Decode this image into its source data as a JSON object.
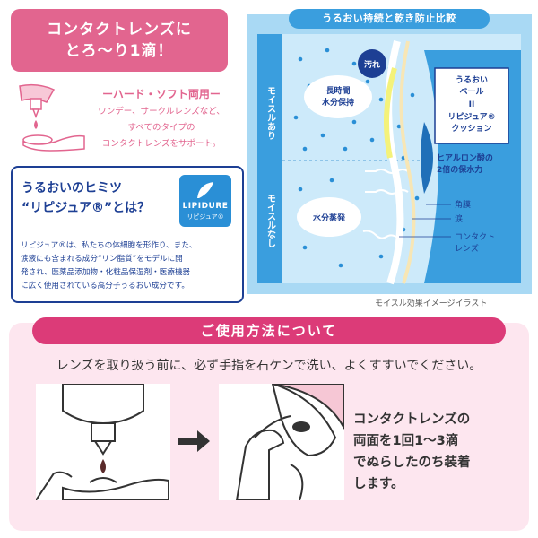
{
  "banner": {
    "line1": "コンタクトレンズに",
    "line2": "とろ〜り1滴！"
  },
  "lens_types": {
    "heading": "ーハード・ソフト両用ー",
    "lines": [
      "ワンデー、サークルレンズなど、",
      "すべてのタイプの",
      "コンタクトレンズをサポート。"
    ]
  },
  "lipidure": {
    "heading_line1": "うるおいのヒミツ",
    "heading_line2": "“リピジュア®”とは？",
    "logo_brand": "LIPIDURE",
    "logo_kana": "リピジュア®",
    "body_lines": [
      "リピジュア®は、私たちの体細胞を形作り、また、",
      "涙液にも含まれる成分“リン脂質”をモデルに開",
      "発され、医薬品添加物・化粧品保湿剤・医療機器",
      "に広く使用されている高分子うるおい成分です。"
    ]
  },
  "diagram": {
    "title": "うるおい持続と乾き防止比較",
    "label_with": "モイスルあり",
    "label_without": "モイスルなし",
    "dirt": "汚れ",
    "long_moist_1": "長時間",
    "long_moist_2": "水分保持",
    "evaporation": "水分蒸発",
    "veil_1": "うるおい",
    "veil_2": "ベール",
    "veil_eq": "II",
    "veil_3": "リピジュア®",
    "veil_4": "クッション",
    "hyaluronic_1": "ヒアルロン酸の",
    "hyaluronic_2": "2倍の保水力",
    "cornea": "角膜",
    "tears": "涙",
    "lens_1": "コンタクト",
    "lens_2": "レンズ",
    "caption": "モイスル効果イメージイラスト"
  },
  "usage": {
    "title": "ご使用方法について",
    "instruction": "レンズを取り扱う前に、必ず手指を石ケンで洗い、よくすすいでください。",
    "step_lines": [
      "コンタクトレンズの",
      "両面を1回1〜3滴",
      "でぬらしたのち装着",
      "します。"
    ]
  },
  "colors": {
    "pink": "#e2658f",
    "magenta": "#dc3b78",
    "navy": "#1d3f94",
    "sky": "#a9d9f4",
    "blue": "#3a9ede"
  }
}
